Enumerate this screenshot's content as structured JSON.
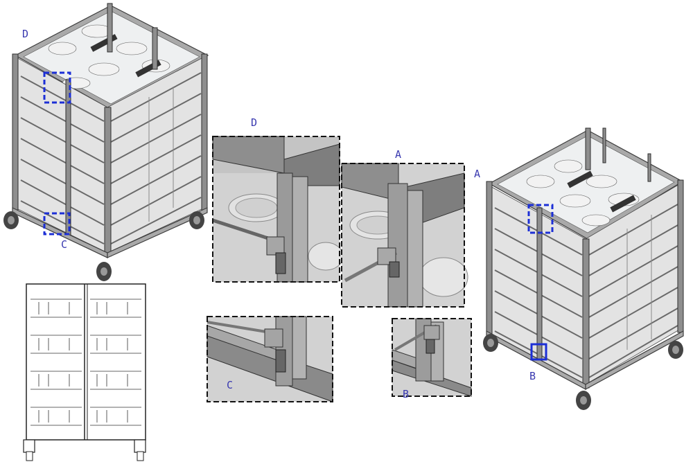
{
  "labels": {
    "view_a": "A",
    "view_a_callout": "A",
    "view_b": "B",
    "view_b_callout": "B",
    "view_c": "C",
    "view_c_callout": "C",
    "view_d": "D",
    "view_d_callout": "D"
  },
  "colors": {
    "callout_box": "#1c2fd6",
    "label_text": "#3a3ab0",
    "frame_steel": "#a9a9a9",
    "detail_border": "#111111"
  }
}
